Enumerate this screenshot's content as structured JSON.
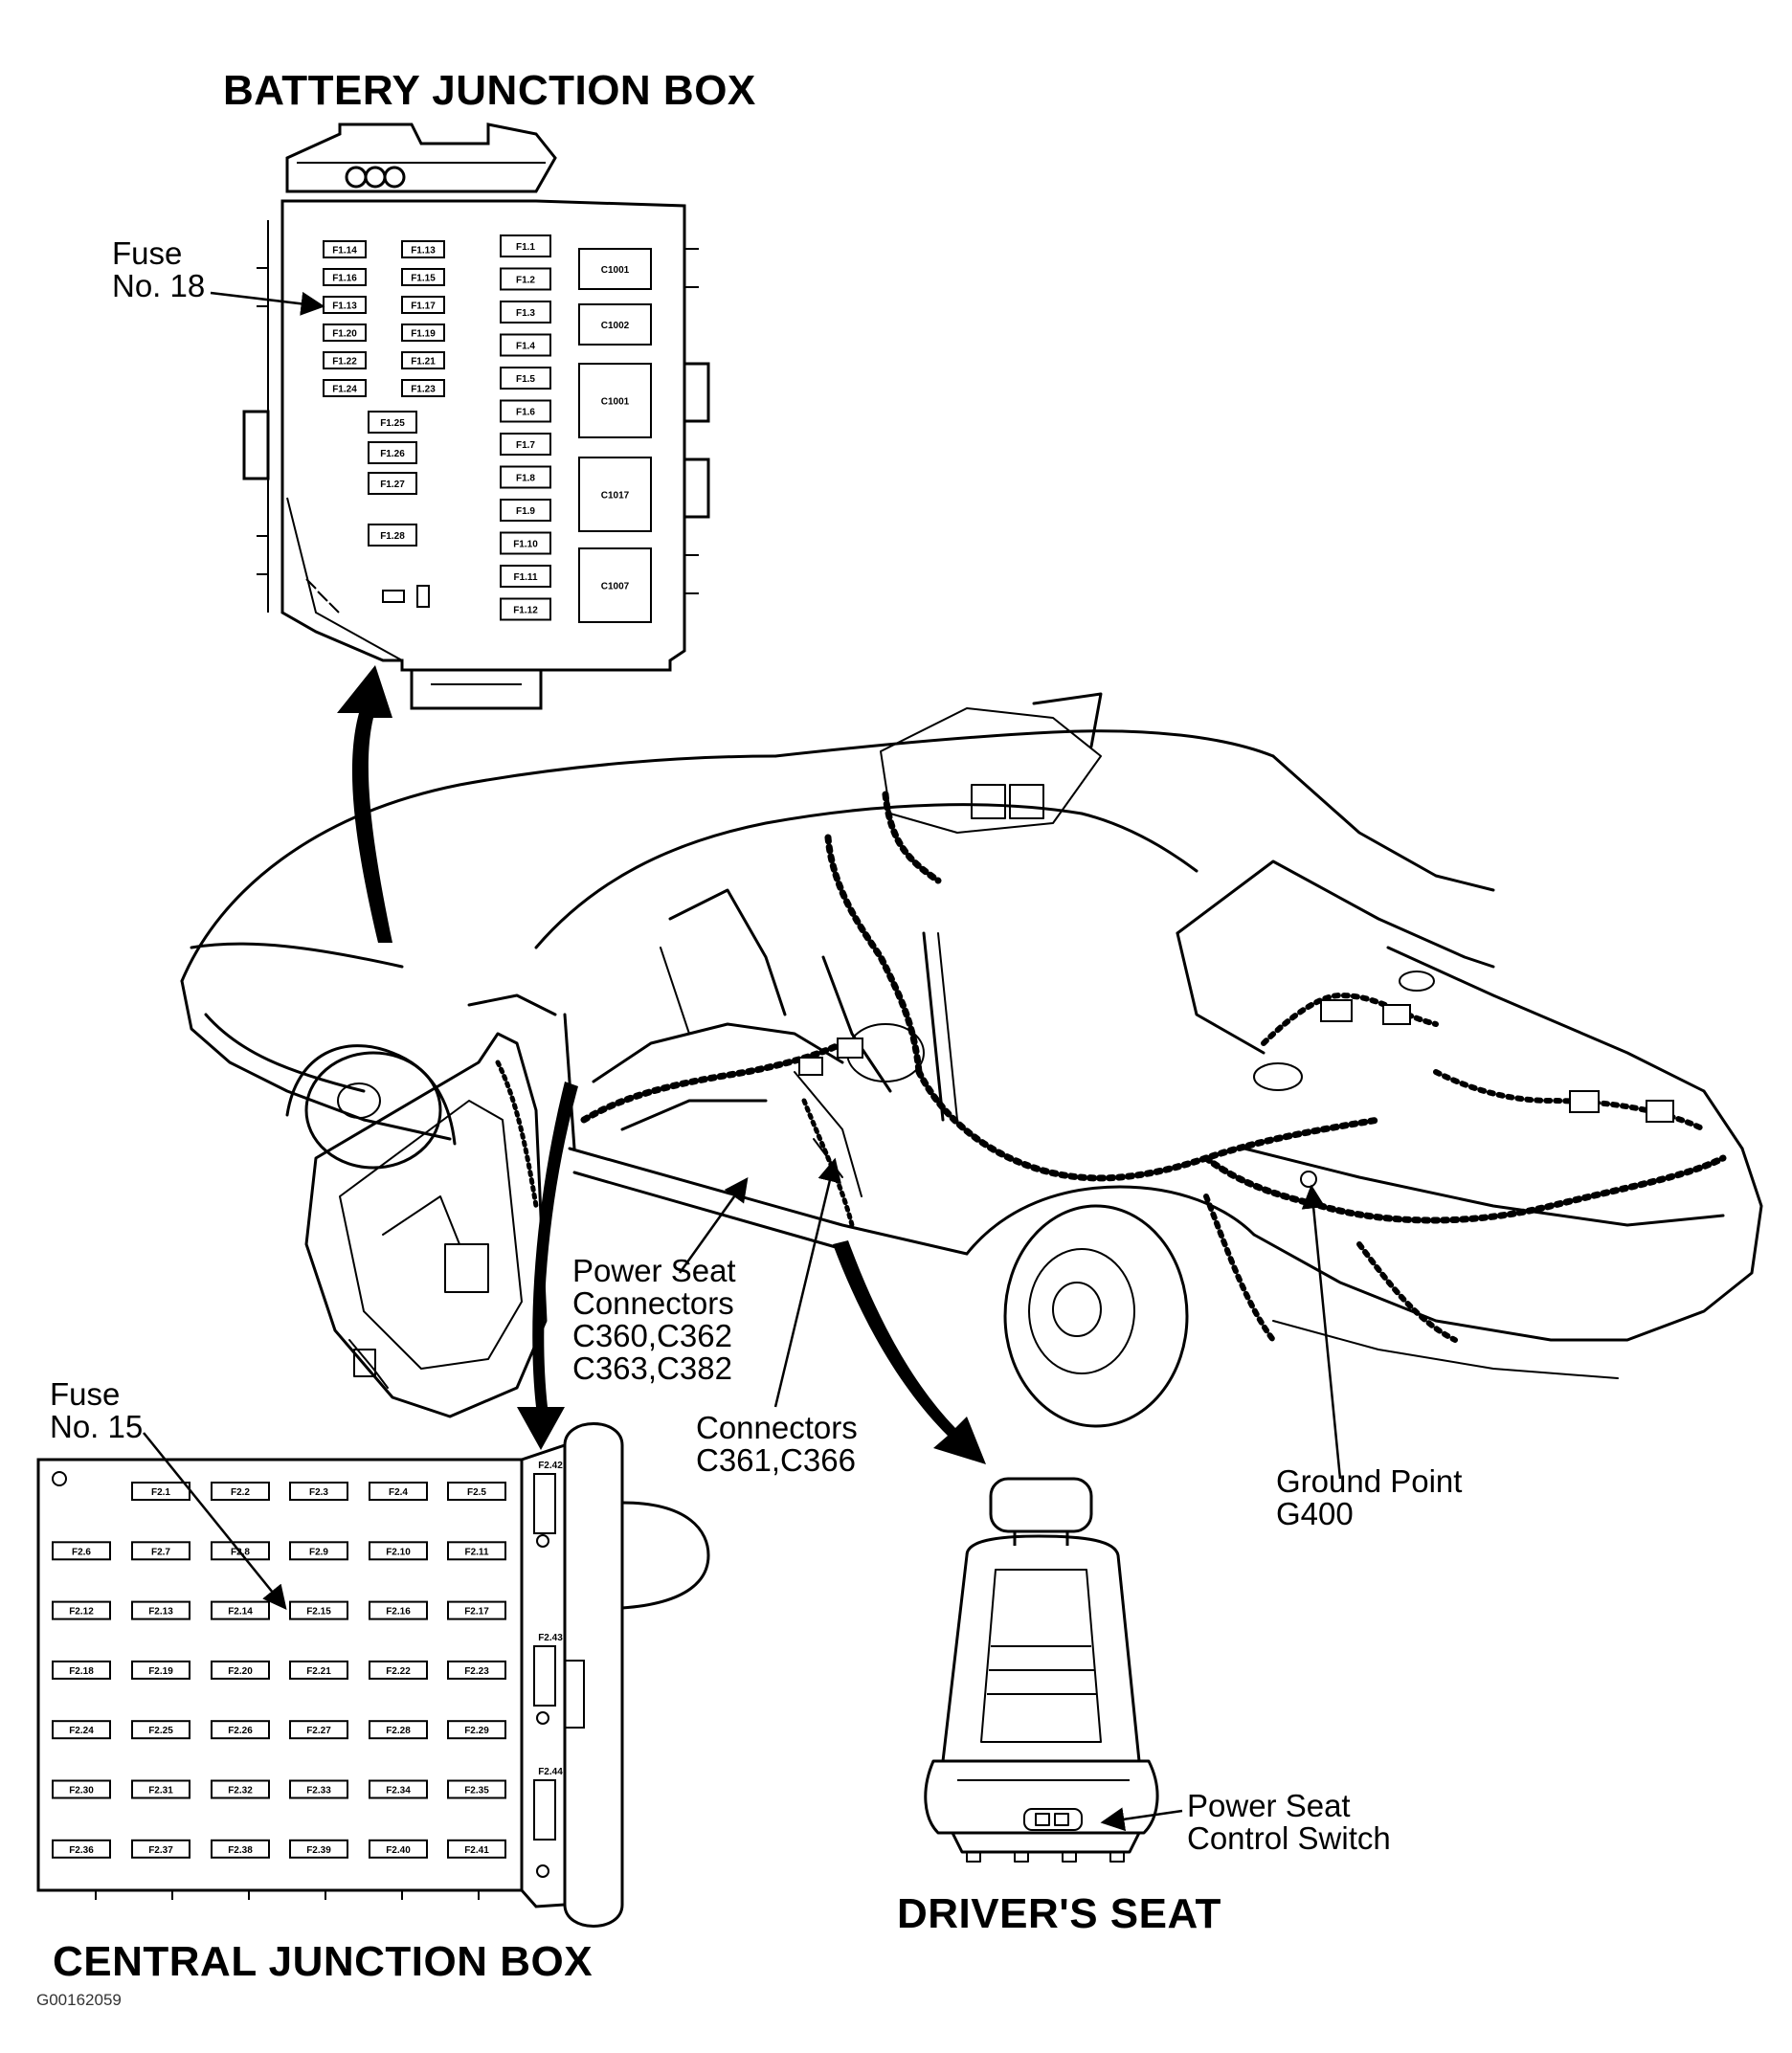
{
  "battery_box": {
    "title": "BATTERY JUNCTION BOX",
    "fuse_callout": [
      "Fuse",
      "No. 18"
    ],
    "fuses_left_pairs": [
      [
        "F1.14",
        "F1.13"
      ],
      [
        "F1.16",
        "F1.15"
      ],
      [
        "F1.13",
        "F1.17"
      ],
      [
        "F1.20",
        "F1.19"
      ],
      [
        "F1.22",
        "F1.21"
      ],
      [
        "F1.24",
        "F1.23"
      ]
    ],
    "fuses_center": [
      "F1.25",
      "F1.26",
      "F1.27",
      "F1.28"
    ],
    "fuses_column": [
      "F1.1",
      "F1.2",
      "F1.3",
      "F1.4",
      "F1.5",
      "F1.6",
      "F1.7",
      "F1.8",
      "F1.9",
      "F1.10",
      "F1.11",
      "F1.12"
    ],
    "relays": [
      "C1001",
      "C1002",
      "C1001",
      "C1017",
      "C1007"
    ]
  },
  "central_box": {
    "title": "CENTRAL JUNCTION BOX",
    "fuse_callout": [
      "Fuse",
      "No. 15"
    ],
    "fuse_rows": [
      [
        "F2.1",
        "F2.2",
        "F2.3",
        "F2.4",
        "F2.5"
      ],
      [
        "F2.6",
        "F2.7",
        "F2.8",
        "F2.9",
        "F2.10",
        "F2.11"
      ],
      [
        "F2.12",
        "F2.13",
        "F2.14",
        "F2.15",
        "F2.16",
        "F2.17"
      ],
      [
        "F2.18",
        "F2.19",
        "F2.20",
        "F2.21",
        "F2.22",
        "F2.23"
      ],
      [
        "F2.24",
        "F2.25",
        "F2.26",
        "F2.27",
        "F2.28",
        "F2.29"
      ],
      [
        "F2.30",
        "F2.31",
        "F2.32",
        "F2.33",
        "F2.34",
        "F2.35"
      ],
      [
        "F2.36",
        "F2.37",
        "F2.38",
        "F2.39",
        "F2.40",
        "F2.41"
      ]
    ],
    "side_fuses": [
      "F2.42",
      "F2.43",
      "F2.44"
    ]
  },
  "callouts": {
    "power_seat_connectors": [
      "Power Seat",
      "Connectors",
      "C360,C362",
      "C363,C382"
    ],
    "connectors": [
      "Connectors",
      "C361,C366"
    ],
    "ground_point": [
      "Ground Point",
      "G400"
    ],
    "seat_switch": [
      "Power Seat",
      "Control Switch"
    ]
  },
  "drivers_seat": {
    "title": "DRIVER'S SEAT"
  },
  "figure_code": "G00162059"
}
